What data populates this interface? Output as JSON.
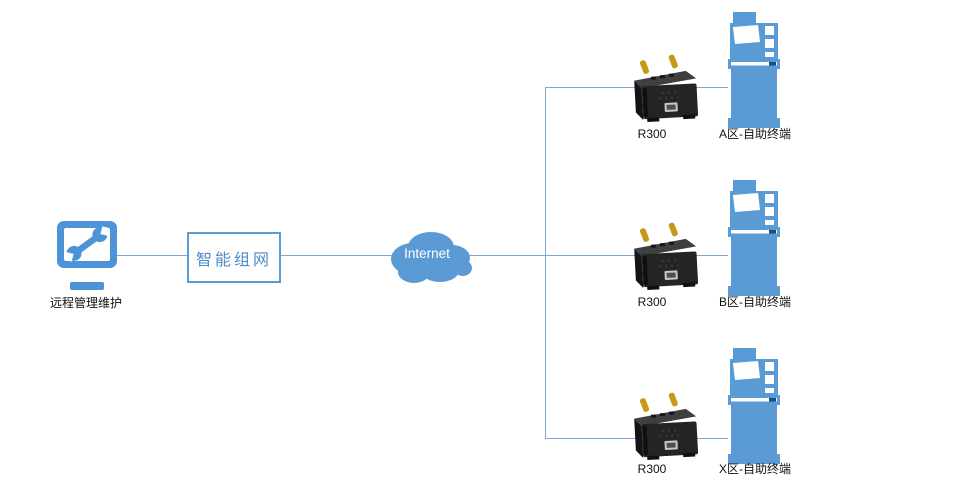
{
  "diagram": {
    "management": {
      "label": "远程管理维护"
    },
    "network_box": {
      "label": "智能组网"
    },
    "cloud": {
      "label": "Internet"
    },
    "rows": [
      {
        "router_label": "R300",
        "terminal_label": "A区-自助终端"
      },
      {
        "router_label": "R300",
        "terminal_label": "B区-自助终端"
      },
      {
        "router_label": "R300",
        "terminal_label": "X区-自助终端"
      }
    ],
    "colors": {
      "primary_blue": "#5b9bd5",
      "connector_blue": "#7ca6d5",
      "box_text_blue": "#4e8bc9",
      "cloud_text": "#ffffff",
      "label_text": "#111111",
      "router_black": "#242424",
      "antenna_gold": "#c49a17",
      "slot_navy": "#1f4e79"
    }
  }
}
